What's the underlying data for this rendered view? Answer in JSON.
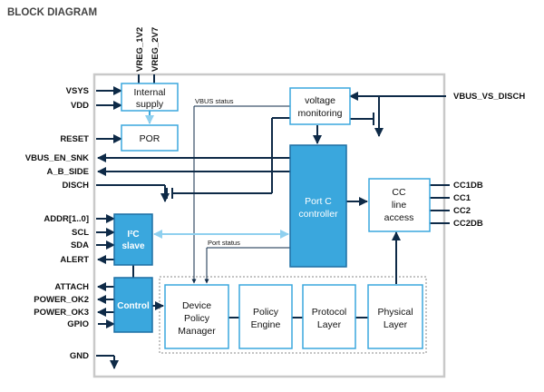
{
  "title": "BLOCK DIAGRAM",
  "colors": {
    "line": "#0e2a47",
    "blue": "#3aa7dd",
    "dark_blue": "#1d6fa3",
    "light_blue": "#cfe6f6",
    "arrow_light": "#8fd0ef"
  },
  "top_pins": [
    "VREG_1V2",
    "VREG_2V7"
  ],
  "left_pins": [
    "VSYS",
    "VDD",
    "RESET",
    "VBUS_EN_SNK",
    "A_B_SIDE",
    "DISCH",
    "ADDR[1..0]",
    "SCL",
    "SDA",
    "ALERT",
    "ATTACH",
    "POWER_OK2",
    "POWER_OK3",
    "GPIO",
    "GND"
  ],
  "right_pins": [
    "VBUS_VS_DISCH",
    "CC1DB",
    "CC1",
    "CC2",
    "CC2DB"
  ],
  "signals": {
    "vbus_status": "VBUS status",
    "port_status": "Port status"
  },
  "blocks": {
    "internal_supply": [
      "Internal",
      "supply"
    ],
    "por": "POR",
    "voltage_monitoring": [
      "voltage",
      "monitoring"
    ],
    "port_c_controller": [
      "Port C",
      "controller"
    ],
    "cc_line_access": [
      "CC",
      "line",
      "access"
    ],
    "i2c_slave": [
      "I²C",
      "slave"
    ],
    "control": "Control",
    "device_policy_manager": [
      "Device",
      "Policy",
      "Manager"
    ],
    "policy_engine": [
      "Policy",
      "Engine"
    ],
    "protocol_layer": [
      "Protocol",
      "Layer"
    ],
    "physical_layer": [
      "Physical",
      "Layer"
    ]
  }
}
